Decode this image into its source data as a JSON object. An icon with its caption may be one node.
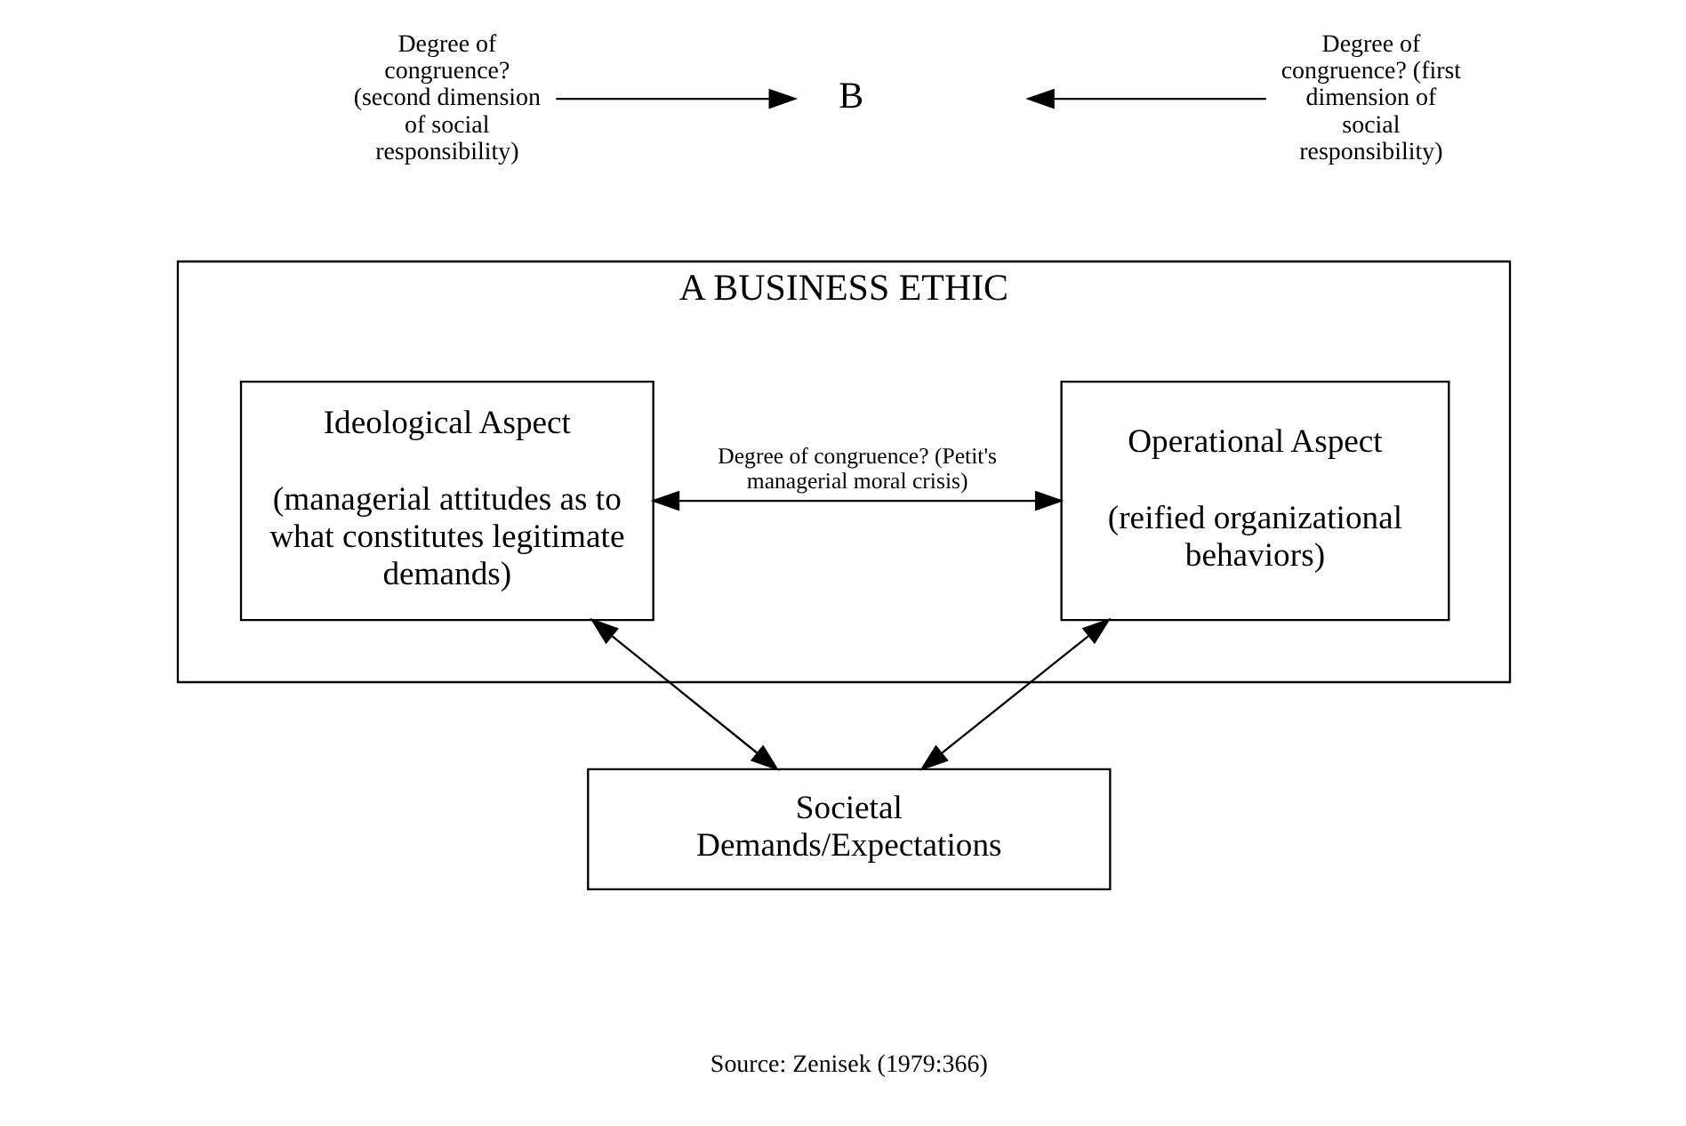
{
  "diagram": {
    "nodes": [
      {
        "text": [
          "A BUSINESS ETHIC"
        ]
      },
      {
        "text": [
          "Ideological Aspect",
          "(managerial attitudes as to what constitutes legitimate demands)"
        ],
        "in": 0
      },
      {
        "text": [
          "Operational Aspect",
          "(reified organizational behaviors)"
        ],
        "in": 0
      },
      {
        "text": [
          "Societal Demands/Expectations"
        ]
      },
      {
        "text": [
          "Degree of congruence? (second dimension of social responsibility)"
        ]
      },
      {
        "text": [
          "B"
        ]
      },
      {
        "text": [
          "Degree of congruence? (first dimension of social responsibility)"
        ]
      }
    ],
    "edges": [
      {
        "from": 1,
        "to": 2,
        "arrow": "both",
        "label": "Degree of congruence? (Petit's managerial moral crisis)"
      },
      {
        "from": 1,
        "to": 3,
        "arrow": "both"
      },
      {
        "from": 2,
        "to": 3,
        "arrow": "both"
      },
      {
        "from": 4,
        "to": 5,
        "arrow": "to"
      },
      {
        "from": 6,
        "to": null,
        "arrow": "to"
      }
    ],
    "labels": [
      "Source: Zenisek (1979:366)"
    ]
  }
}
